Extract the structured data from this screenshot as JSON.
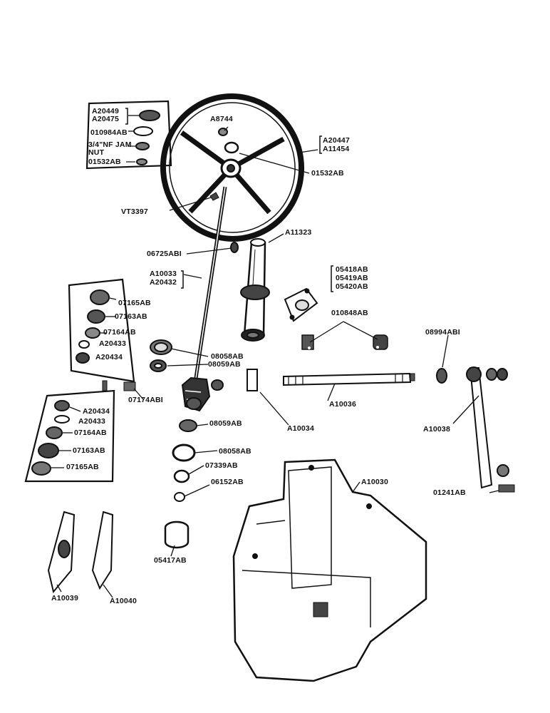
{
  "callouts": {
    "a20449": "A20449",
    "a20475": "A20475",
    "o10984ab": "010984AB",
    "jam_nut_1": "3/4\"NF JAM",
    "jam_nut_2": "NUT",
    "o1532ab_inset": "01532AB",
    "a8744": "A8744",
    "a20447": "A20447",
    "a11454": "A11454",
    "o1532ab": "01532AB",
    "vt3397": "VT3397",
    "a11323": "A11323",
    "o6725ab1": "06725ABI",
    "a10033": "A10033",
    "a20432": "A20432",
    "o5418ab": "05418AB",
    "o5419ab": "05419AB",
    "o5420ab": "05420AB",
    "o10848ab": "010848AB",
    "b07165ab": "07165AB",
    "b07163ab": "07163AB",
    "b07164ab": "07164AB",
    "b20433": "A20433",
    "b20434": "A20434",
    "o8058ab_a": "08058AB",
    "o8059ab_a": "08059AB",
    "o8994ab1": "08994ABI",
    "o7174ab1": "07174ABI",
    "a10036": "A10036",
    "a10034": "A10034",
    "a10038": "A10038",
    "c20434": "A20434",
    "c20433": "A20433",
    "c07164ab": "07164AB",
    "c07163ab": "07163AB",
    "c07165ab": "07165AB",
    "o8059ab_b": "08059AB",
    "o8058ab_b": "08058AB",
    "o7339ab": "07339AB",
    "o6152ab": "06152AB",
    "a10030": "A10030",
    "o1241ab": "01241AB",
    "o5417ab": "05417AB",
    "a10039": "A10039",
    "a10040": "A10040"
  }
}
